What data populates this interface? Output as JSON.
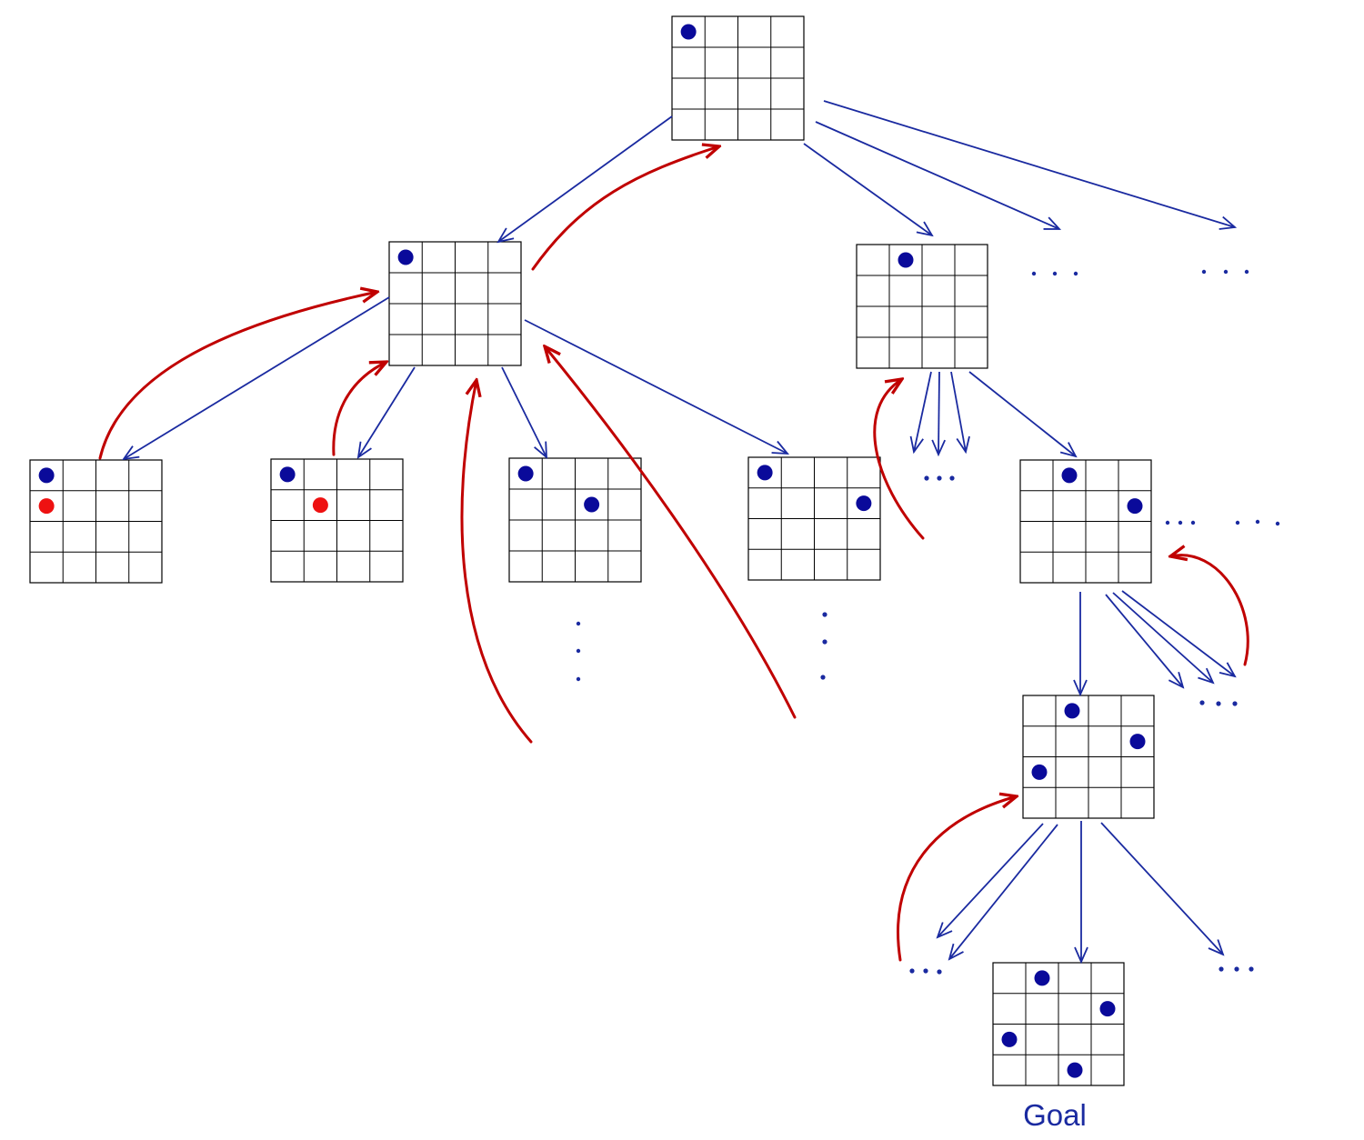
{
  "goal_label": "Goal",
  "colors": {
    "grid_line": "#000000",
    "placed_queen": "#0a0a9a",
    "conflict_queen": "#ee1111",
    "expand_arrow": "#1a2aa0",
    "backtrack_arrow": "#c00000",
    "ellipsis": "#1a2aa0",
    "label": "#1a2aa0"
  },
  "board_size": 4,
  "icons": [
    "queen-dot-icon",
    "expand-arrow-icon",
    "backtrack-arrow-icon",
    "ellipsis-icon"
  ],
  "boards": [
    {
      "name": "root",
      "queens": [
        [
          0,
          0
        ]
      ],
      "conflicts": []
    },
    {
      "name": "d1-a",
      "queens": [
        [
          0,
          0
        ]
      ],
      "conflicts": []
    },
    {
      "name": "d1-b",
      "queens": [
        [
          1,
          0
        ]
      ],
      "conflicts": []
    },
    {
      "name": "d2-a1",
      "queens": [
        [
          0,
          0
        ]
      ],
      "conflicts": [
        [
          0,
          1
        ]
      ]
    },
    {
      "name": "d2-a2",
      "queens": [
        [
          0,
          0
        ]
      ],
      "conflicts": [
        [
          1,
          1
        ]
      ]
    },
    {
      "name": "d2-a3",
      "queens": [
        [
          0,
          0
        ],
        [
          2,
          1
        ]
      ],
      "conflicts": []
    },
    {
      "name": "d2-a4",
      "queens": [
        [
          0,
          0
        ],
        [
          3,
          1
        ]
      ],
      "conflicts": []
    },
    {
      "name": "d2-b",
      "queens": [
        [
          1,
          0
        ],
        [
          3,
          1
        ]
      ],
      "conflicts": []
    },
    {
      "name": "d3",
      "queens": [
        [
          1,
          0
        ],
        [
          3,
          1
        ],
        [
          0,
          2
        ]
      ],
      "conflicts": []
    },
    {
      "name": "goal",
      "queens": [
        [
          1,
          0
        ],
        [
          3,
          1
        ],
        [
          0,
          2
        ],
        [
          2,
          3
        ]
      ],
      "conflicts": []
    }
  ]
}
